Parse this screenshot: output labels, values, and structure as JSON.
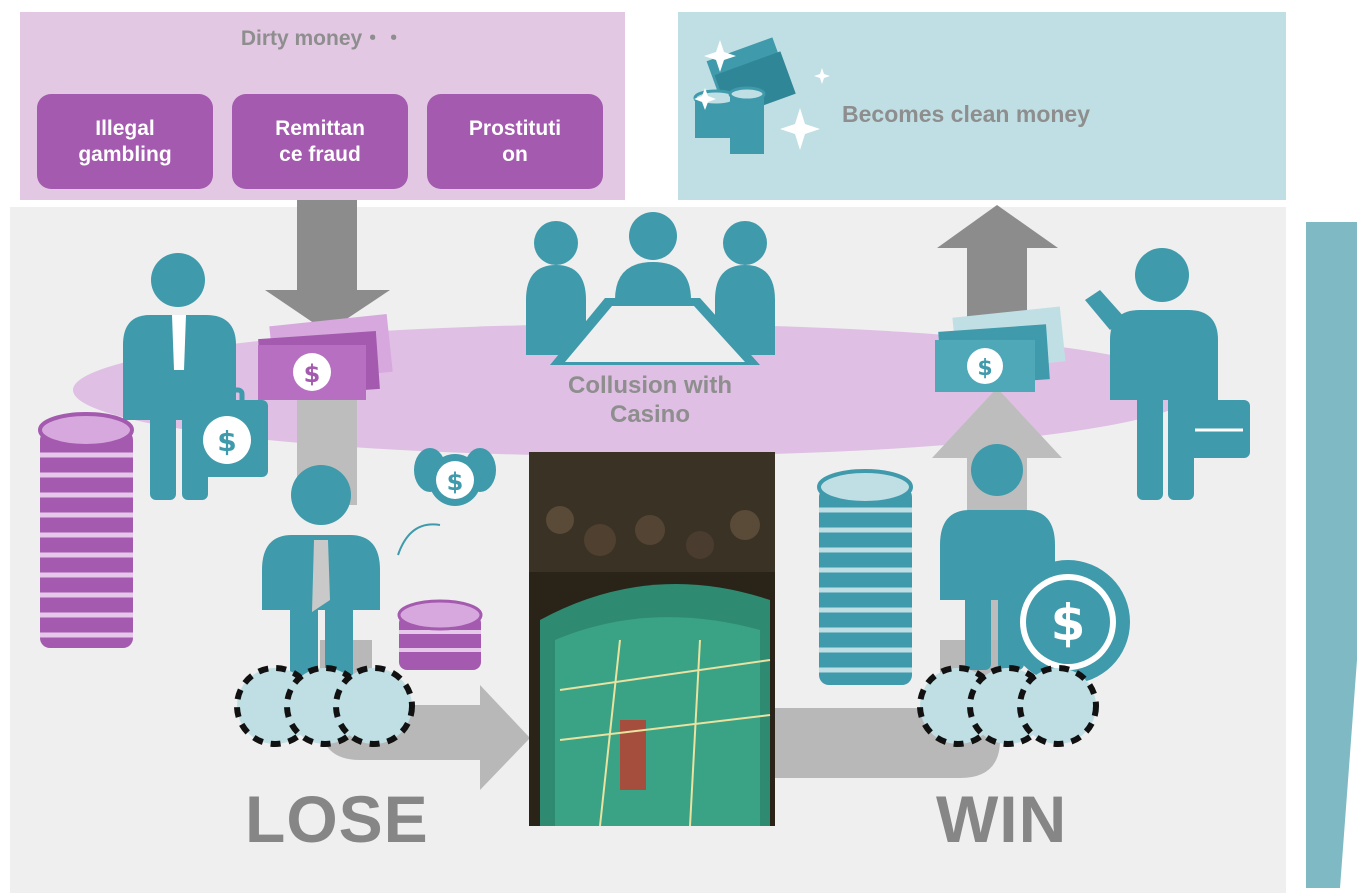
{
  "dirty": {
    "title": "Dirty money・・",
    "items": [
      {
        "label": "Illegal gambling",
        "line1": "Illegal",
        "line2": "gambling"
      },
      {
        "label": "Remittance fraud",
        "line1": "Remittan",
        "line2": "ce fraud"
      },
      {
        "label": "Prostitution",
        "line1": "Prostituti",
        "line2": "on"
      }
    ]
  },
  "clean": {
    "title": "Becomes clean money"
  },
  "center": {
    "line1": "Collusion with",
    "line2": "Casino"
  },
  "outcomes": {
    "lose": "LOSE",
    "win": "WIN"
  },
  "colors": {
    "purple_box": "#a45aaf",
    "purple_light": "#e2c8e3",
    "teal": "#3f9aab",
    "teal_light": "#c0dfe4",
    "gray_arrow": "#8c8c8c",
    "gray_text": "#8e8e8e"
  },
  "icons": [
    "money-stack-icon",
    "coin-stack-icon",
    "businessman-icon",
    "meeting-icon",
    "chip-icon",
    "dollar-coin-icon",
    "briefcase-icon",
    "sparkle-icon",
    "next-chevron-icon"
  ]
}
